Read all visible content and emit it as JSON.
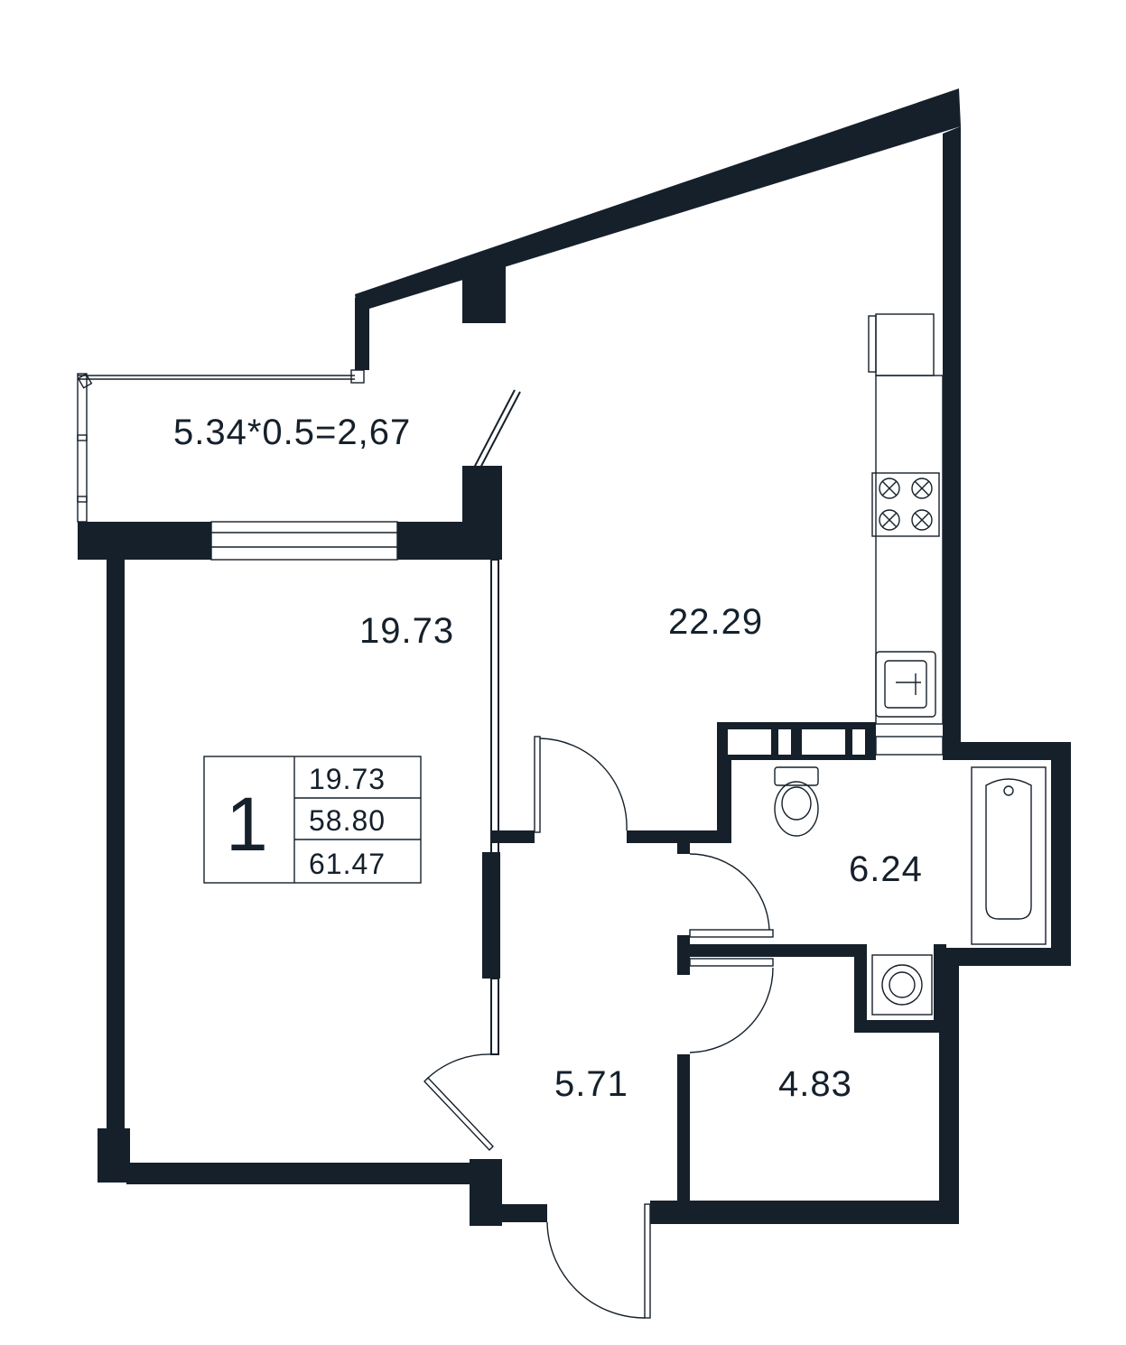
{
  "rooms": {
    "balcony": "5.34*0.5=2,67",
    "bedroom": "19.73",
    "kitchen_living": "22.29",
    "bathroom": "6.24",
    "hallway": "5.71",
    "storage": "4.83"
  },
  "legend": {
    "room_count": "1",
    "living_area": "19.73",
    "total_area": "58.80",
    "total_area_with_balcony": "61.47"
  },
  "colors": {
    "wall": "#15202b",
    "background": "#ffffff"
  }
}
